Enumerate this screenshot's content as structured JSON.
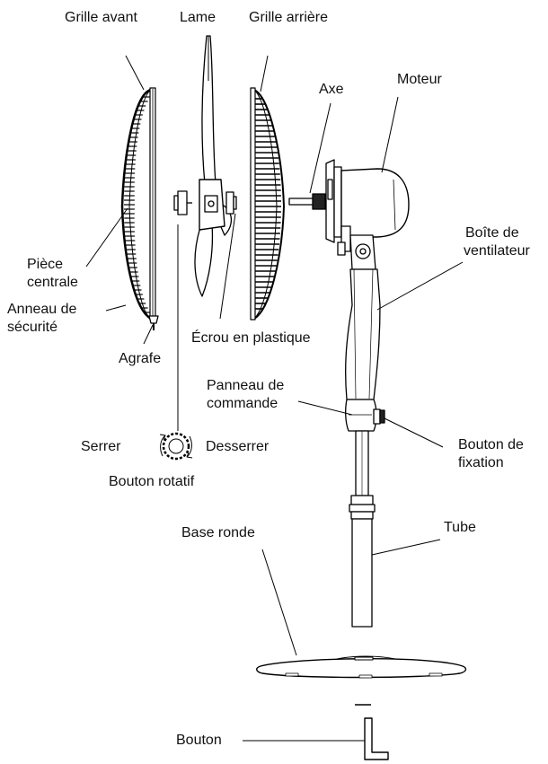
{
  "labels": {
    "grille_avant": "Grille avant",
    "lame": "Lame",
    "grille_arriere": "Grille arrière",
    "axe": "Axe",
    "moteur": "Moteur",
    "boite_ventilateur_1": "Boîte de",
    "boite_ventilateur_2": "ventilateur",
    "piece_centrale_1": "Pièce",
    "piece_centrale_2": "centrale",
    "anneau_securite_1": "Anneau de",
    "anneau_securite_2": "sécurité",
    "agrafe": "Agrafe",
    "ecrou_plastique": "Écrou en plastique",
    "panneau_commande_1": "Panneau de",
    "panneau_commande_2": "commande",
    "bouton_fixation_1": "Bouton de",
    "bouton_fixation_2": "fixation",
    "serrer": "Serrer",
    "desserrer": "Desserrer",
    "bouton_rotatif": "Bouton rotatif",
    "tube": "Tube",
    "base_ronde": "Base ronde",
    "bouton": "Bouton"
  }
}
